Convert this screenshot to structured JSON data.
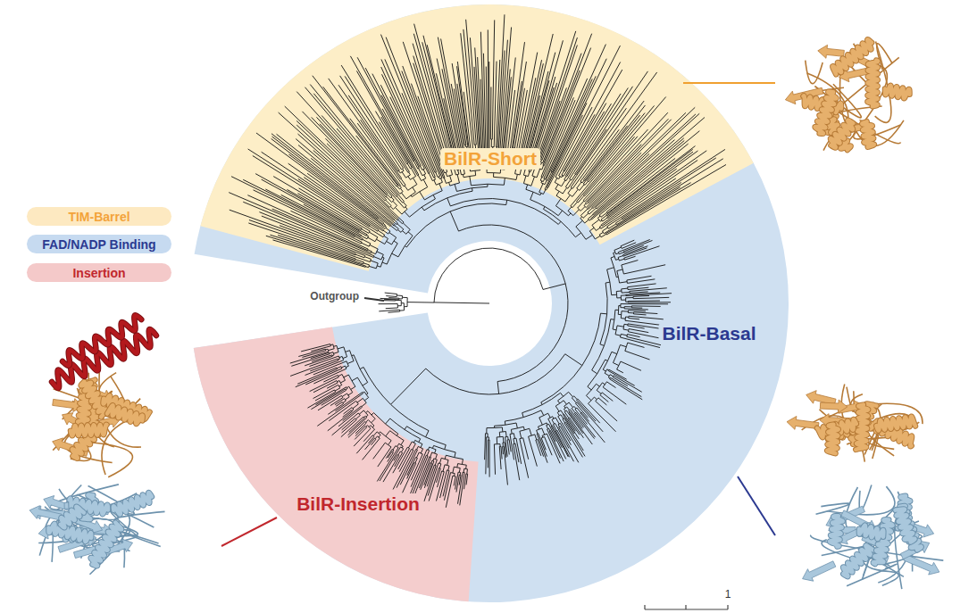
{
  "diagram": {
    "labels": [
      "BilR-Short",
      "BilR-Basal",
      "BilR-Insertion",
      "Outgroup",
      "1"
    ],
    "legend": [
      {
        "text": "TIM-Barrel",
        "color": "#fde9c1"
      },
      {
        "text": "FAD/NADP Binding",
        "color": "#c6daf0"
      },
      {
        "text": "Insertion",
        "color": "#f4c9c9"
      }
    ]
  }
}
